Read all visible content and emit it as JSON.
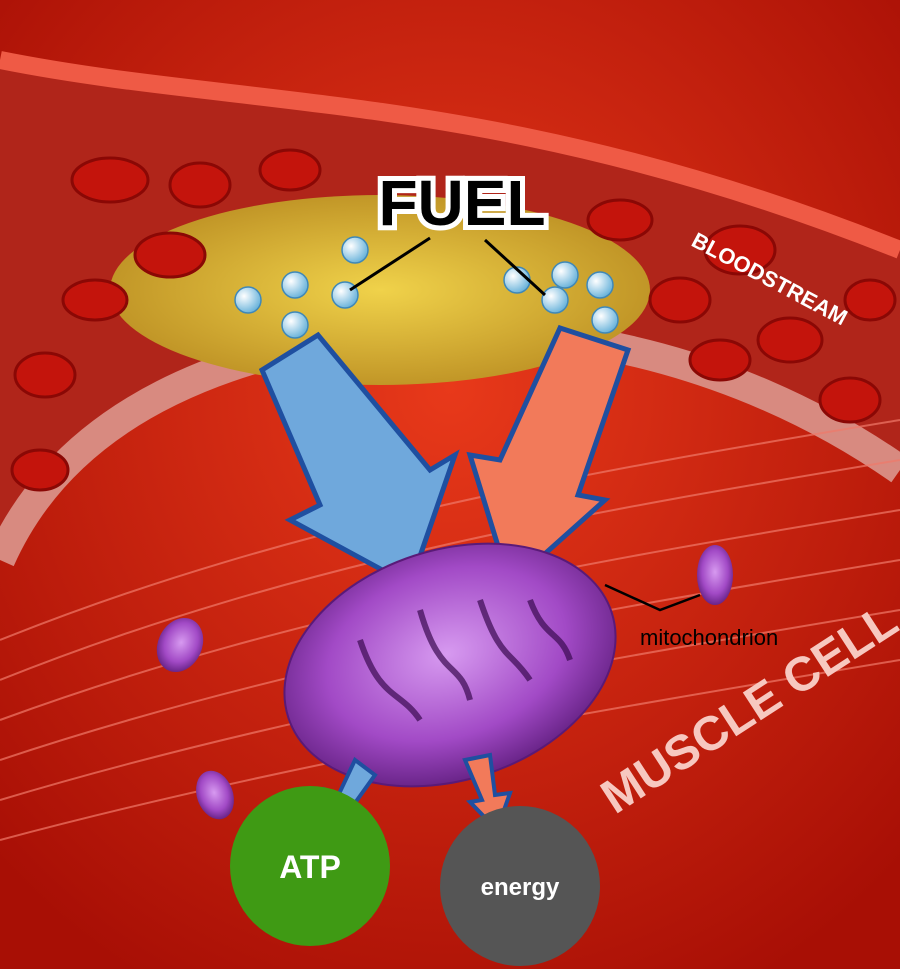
{
  "title": "FUEL",
  "labels": {
    "bloodstream": "BLOODSTREAM",
    "mitochondrion": "mitochondrion",
    "muscle_cell": "MUSCLE CELL",
    "atp": "ATP",
    "energy": "energy"
  },
  "colors": {
    "background": "#d41e0a",
    "vessel": "#e84a3a",
    "fat": "#d6b030",
    "fuel_dot": "#a9d6ee",
    "arrow_blue": "#6fa8dc",
    "arrow_orange": "#f27a5a",
    "arrow_outline": "#1f4fa0",
    "mitochondrion": "#a64cc8",
    "atp_circle": "#3f9a14",
    "energy_circle": "#555555"
  }
}
